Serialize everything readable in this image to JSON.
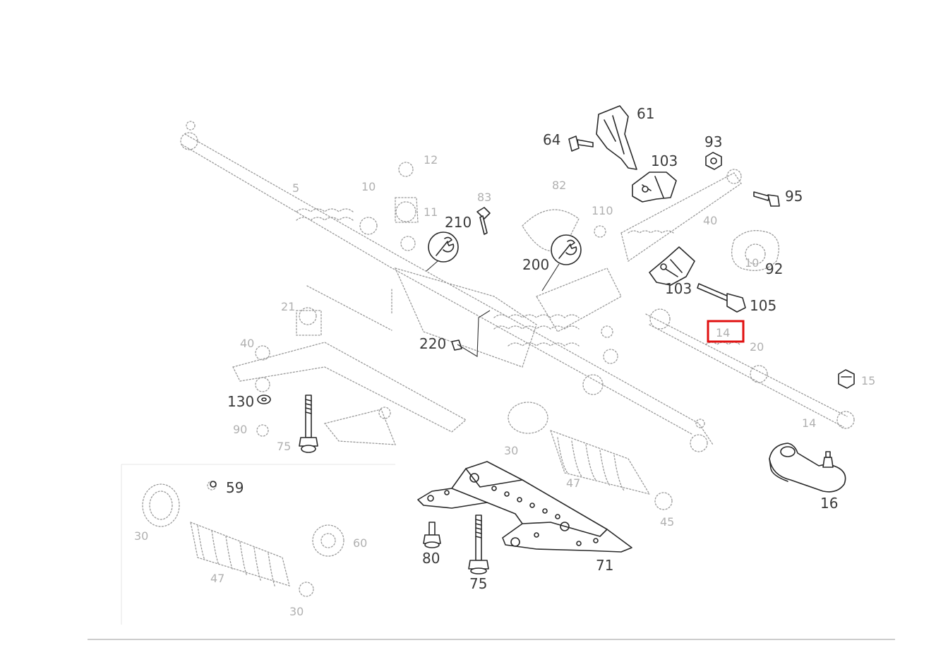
{
  "diagram": {
    "highlight_color": "#e01010",
    "labels": {
      "l61": "61",
      "l64": "64",
      "l103a": "103",
      "l93": "93",
      "l95": "95",
      "l210": "210",
      "l200": "200",
      "l92": "92",
      "l103b": "103",
      "l105": "105",
      "l220": "220",
      "l130": "130",
      "l59": "59",
      "l80": "80",
      "l75": "75",
      "l71": "71",
      "l16": "16",
      "l20": "20",
      "highlighted": "14"
    }
  }
}
